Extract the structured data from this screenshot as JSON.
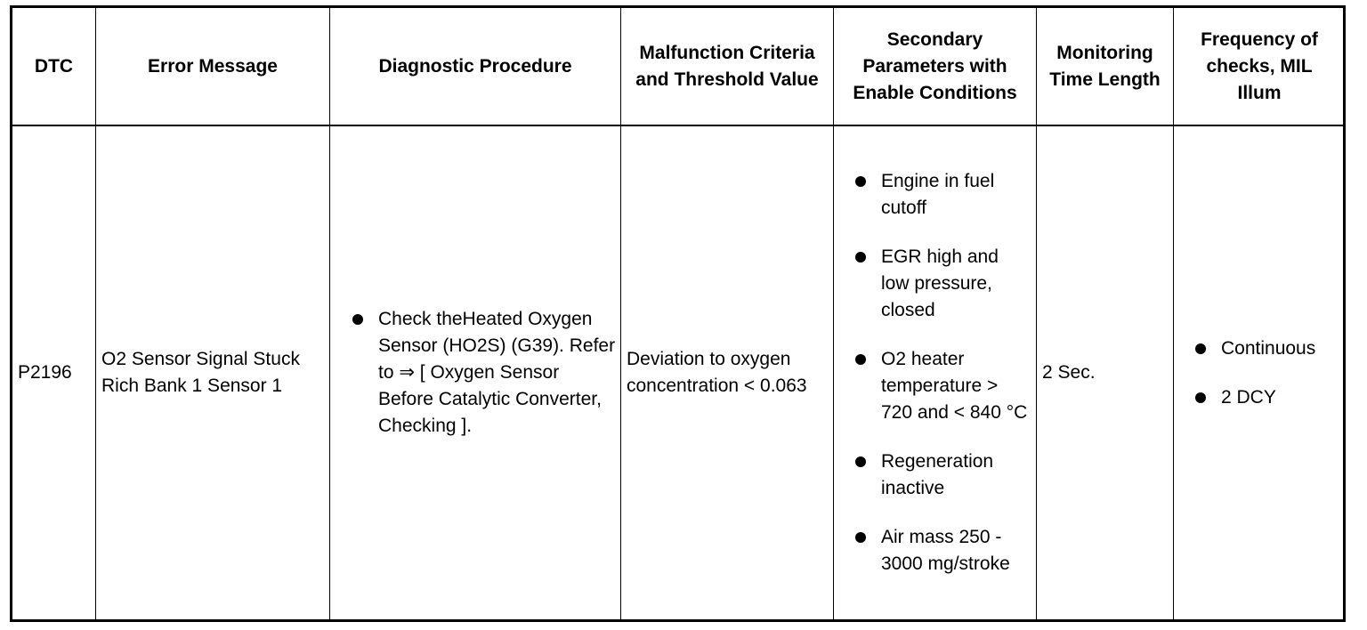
{
  "headers": {
    "dtc": "DTC",
    "error_message": "Error Message",
    "diagnostic_procedure": "Diagnostic Procedure",
    "malfunction_criteria": "Malfunction Criteria and Threshold Value",
    "secondary_parameters": "Secondary Parameters with Enable Conditions",
    "monitoring_time": "Monitoring Time Length",
    "frequency": "Frequency of checks, MIL Illum"
  },
  "row": {
    "dtc": "P2196",
    "error_message": "O2 Sensor Signal Stuck Rich Bank 1 Sensor 1",
    "diagnostic_procedure": [
      "Check theHeated Oxygen Sensor (HO2S) (G39). Refer to ⇒ [ Oxygen Sensor Before Catalytic Converter, Checking ]."
    ],
    "malfunction_criteria": "Deviation to oxygen concentration < 0.063",
    "secondary_parameters": [
      "Engine in fuel cutoff",
      "EGR high and low pressure, closed",
      "O2 heater temperature > 720 and < 840 °C",
      "Regeneration inactive",
      "Air mass 250 - 3000 mg/stroke"
    ],
    "monitoring_time": "2 Sec.",
    "frequency": [
      "Continuous",
      "2 DCY"
    ]
  }
}
